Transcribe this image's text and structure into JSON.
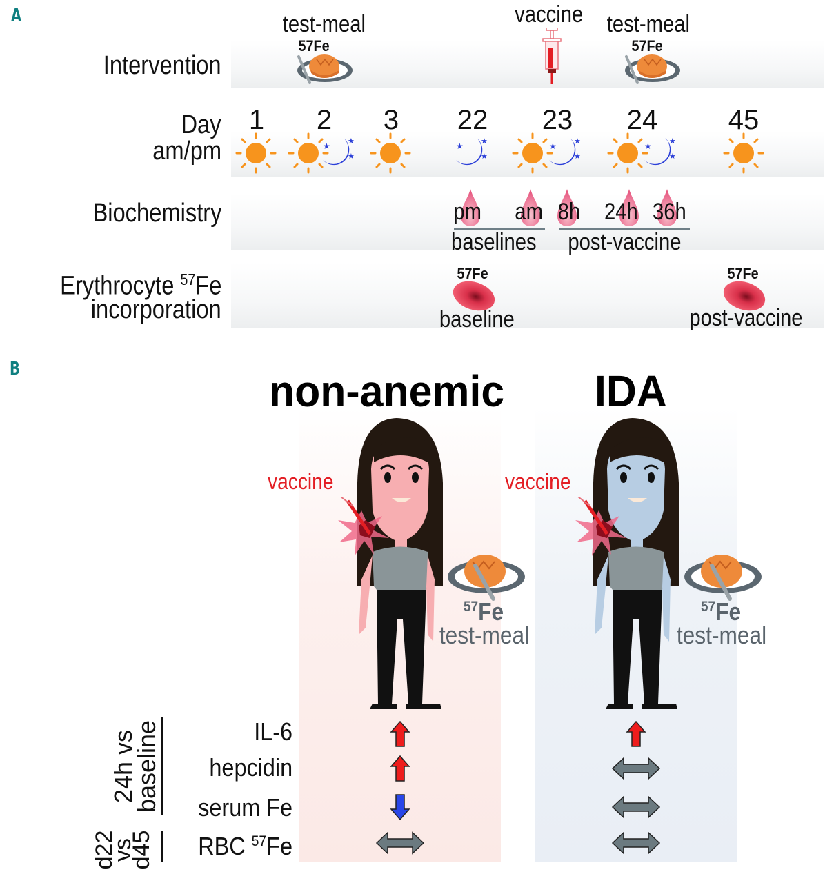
{
  "panel_a": {
    "letter": "A",
    "rows": {
      "intervention": "Intervention",
      "day": "Day",
      "ampm": "am/pm",
      "biochemistry": "Biochemistry",
      "erythrocyte_line1": "Erythrocyte ",
      "erythrocyte_sup": "57",
      "erythrocyte_fe": "Fe",
      "erythrocyte_line2": "incorporation"
    },
    "intervention_events": [
      {
        "label": "test-meal",
        "isotope": "57Fe",
        "icon": "bread-plate-icon",
        "day": "2"
      },
      {
        "label": "vaccine",
        "icon": "syringe-icon",
        "day": "23"
      },
      {
        "label": "test-meal",
        "isotope": "57Fe",
        "icon": "bread-plate-icon",
        "day": "24"
      }
    ],
    "days": [
      {
        "day": "1",
        "periods": [
          "am"
        ]
      },
      {
        "day": "2",
        "periods": [
          "am",
          "pm"
        ]
      },
      {
        "day": "3",
        "periods": [
          "am"
        ]
      },
      {
        "day": "22",
        "periods": [
          "pm"
        ]
      },
      {
        "day": "23",
        "periods": [
          "am",
          "pm"
        ]
      },
      {
        "day": "24",
        "periods": [
          "am",
          "pm"
        ]
      },
      {
        "day": "45",
        "periods": [
          "am"
        ]
      }
    ],
    "biochemistry_samples": [
      "pm",
      "am",
      "8h",
      "24h",
      "36h"
    ],
    "biochemistry_groups": [
      "baselines",
      "post-vaccine"
    ],
    "erythrocyte_samples": [
      {
        "isotope": "57Fe",
        "label": "baseline"
      },
      {
        "isotope": "57Fe",
        "label": "post-vaccine"
      }
    ]
  },
  "panel_b": {
    "letter": "B",
    "groups": [
      {
        "title": "non-anemic",
        "skin_color": "#f7aeb1",
        "vaccine_label": "vaccine",
        "meal_sup": "57",
        "meal_fe": "Fe",
        "meal_label": "test-meal"
      },
      {
        "title": "IDA",
        "skin_color": "#b7cde3",
        "vaccine_label": "vaccine",
        "meal_sup": "57",
        "meal_fe": "Fe",
        "meal_label": "test-meal"
      }
    ],
    "comparison_24h": {
      "line1": "24h vs",
      "line2": "baseline"
    },
    "comparison_d22": {
      "line1": "d22",
      "line2": "vs",
      "line3": "d45"
    },
    "outcomes": [
      {
        "label": "IL-6",
        "non_anemic": "up",
        "ida": "up"
      },
      {
        "label": "hepcidin",
        "non_anemic": "up",
        "ida": "no-change"
      },
      {
        "label": "serum Fe",
        "non_anemic": "down",
        "ida": "no-change"
      },
      {
        "label": "RBC ",
        "sup": "57",
        "fe": "Fe",
        "non_anemic": "no-change",
        "ida": "no-change"
      }
    ],
    "colors": {
      "up": "#ee1c1c",
      "down": "#2946e8",
      "no_change": "#6b7a80"
    }
  }
}
